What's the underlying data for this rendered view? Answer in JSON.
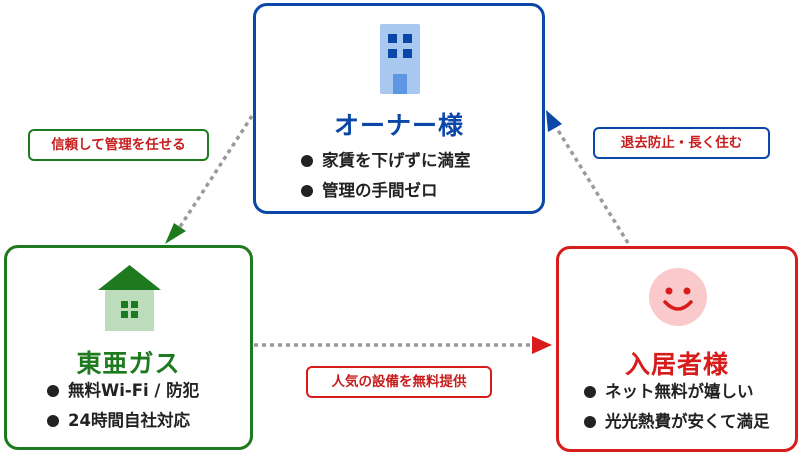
{
  "owner": {
    "title": "オーナー様",
    "bullets": [
      "家賃を下げずに満室",
      "管理の手間ゼロ"
    ],
    "icon": "building-icon"
  },
  "gas": {
    "title": "東亜ガス",
    "bullets": [
      "無料Wi-Fi / 防犯",
      "24時間自社対応"
    ],
    "icon": "house-icon"
  },
  "resident": {
    "title": "入居者様",
    "bullets": [
      "ネット無料が嬉しい",
      "光光熱費が安くて満足"
    ],
    "icon": "smiley-icon"
  },
  "relations": {
    "owner_to_gas": "信頼して管理を任せる",
    "gas_to_resident": "人気の設備を無料提供",
    "resident_to_owner": "退去防止・長く住む"
  },
  "colors": {
    "owner": "#0b47a8",
    "gas": "#1e7a1e",
    "resident": "#d81b1b",
    "arrow": "#9a9a9a"
  }
}
